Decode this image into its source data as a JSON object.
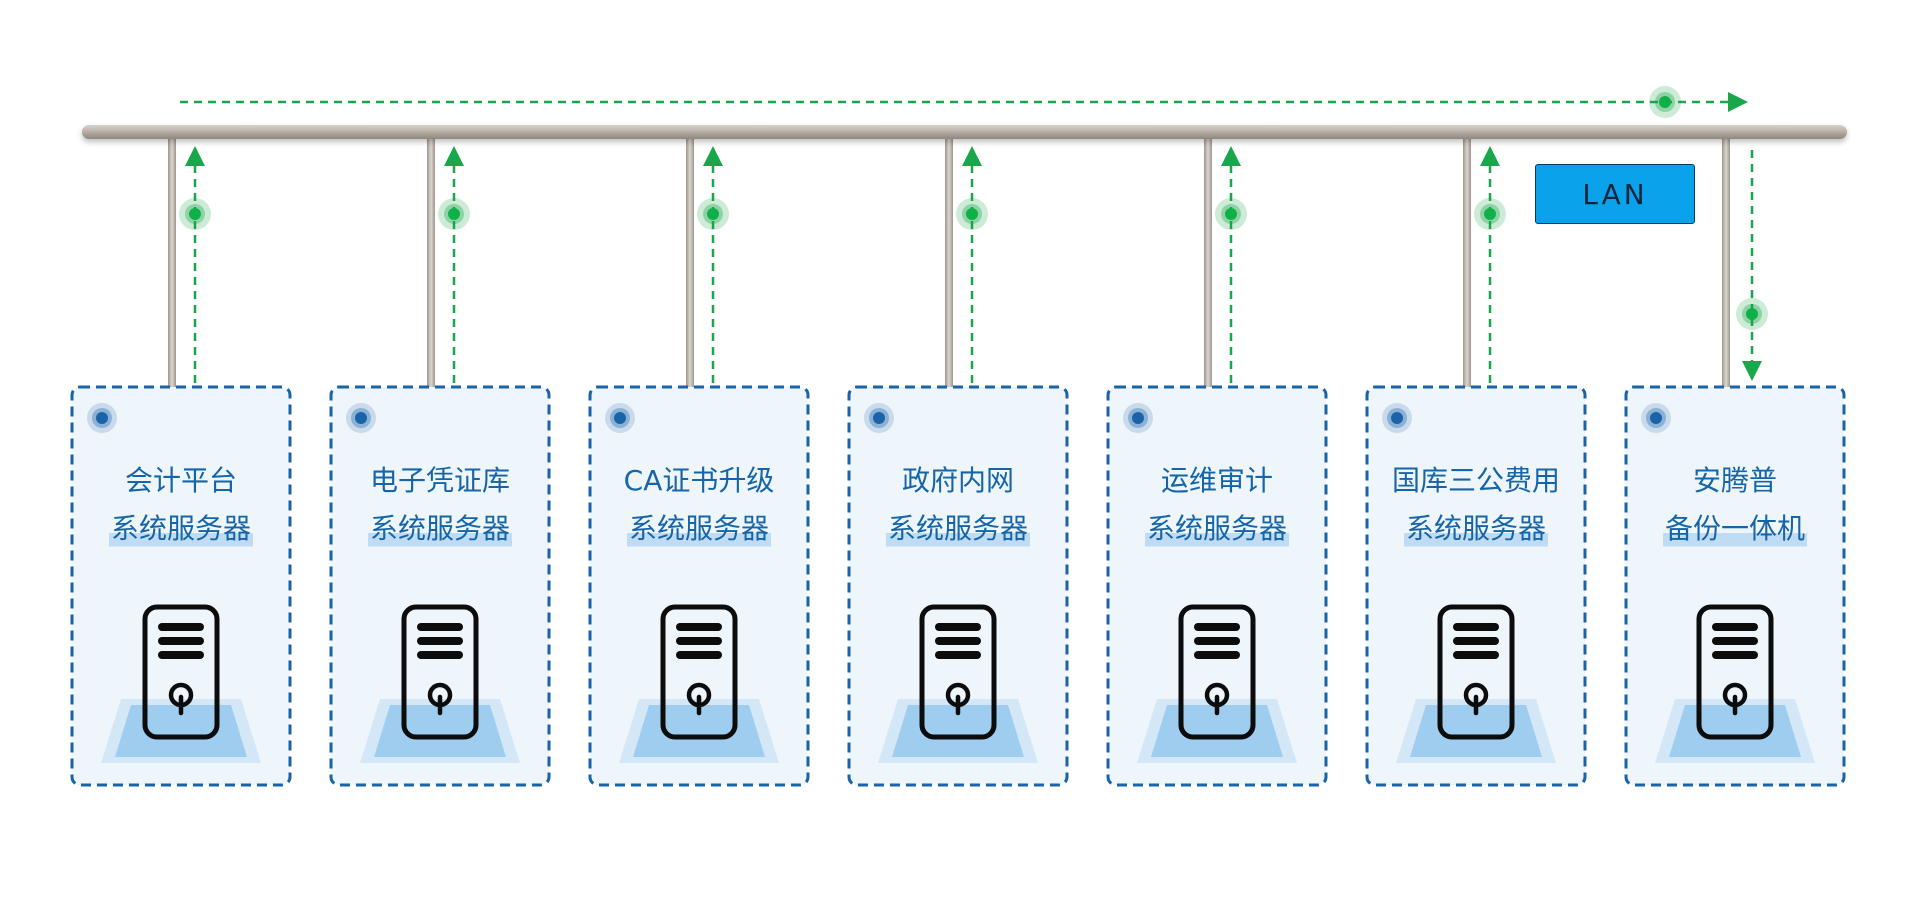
{
  "network": {
    "bus_label": "LAN"
  },
  "servers": [
    {
      "line1": "会计平台",
      "line2": "系统服务器",
      "flow": "up"
    },
    {
      "line1": "电子凭证库",
      "line2": "系统服务器",
      "flow": "up"
    },
    {
      "line1": "CA证书升级",
      "line2": "系统服务器",
      "flow": "up"
    },
    {
      "line1": "政府内网",
      "line2": "系统服务器",
      "flow": "up"
    },
    {
      "line1": "运维审计",
      "line2": "系统服务器",
      "flow": "up"
    },
    {
      "line1": "国库三公费用",
      "line2": "系统服务器",
      "flow": "up"
    },
    {
      "line1": "安腾普",
      "line2": "备份一体机",
      "flow": "down"
    }
  ],
  "icons": {
    "server": "server-tower-icon",
    "status": "status-dot-icon",
    "packet": "data-packet-icon"
  },
  "colors": {
    "bus": "#b5aea6",
    "flow": "#1aa64a",
    "card_border": "#1b63a8",
    "card_fill": "#eef5fb",
    "label_text": "#1565a8",
    "lan_badge": "#0aa2ea"
  }
}
